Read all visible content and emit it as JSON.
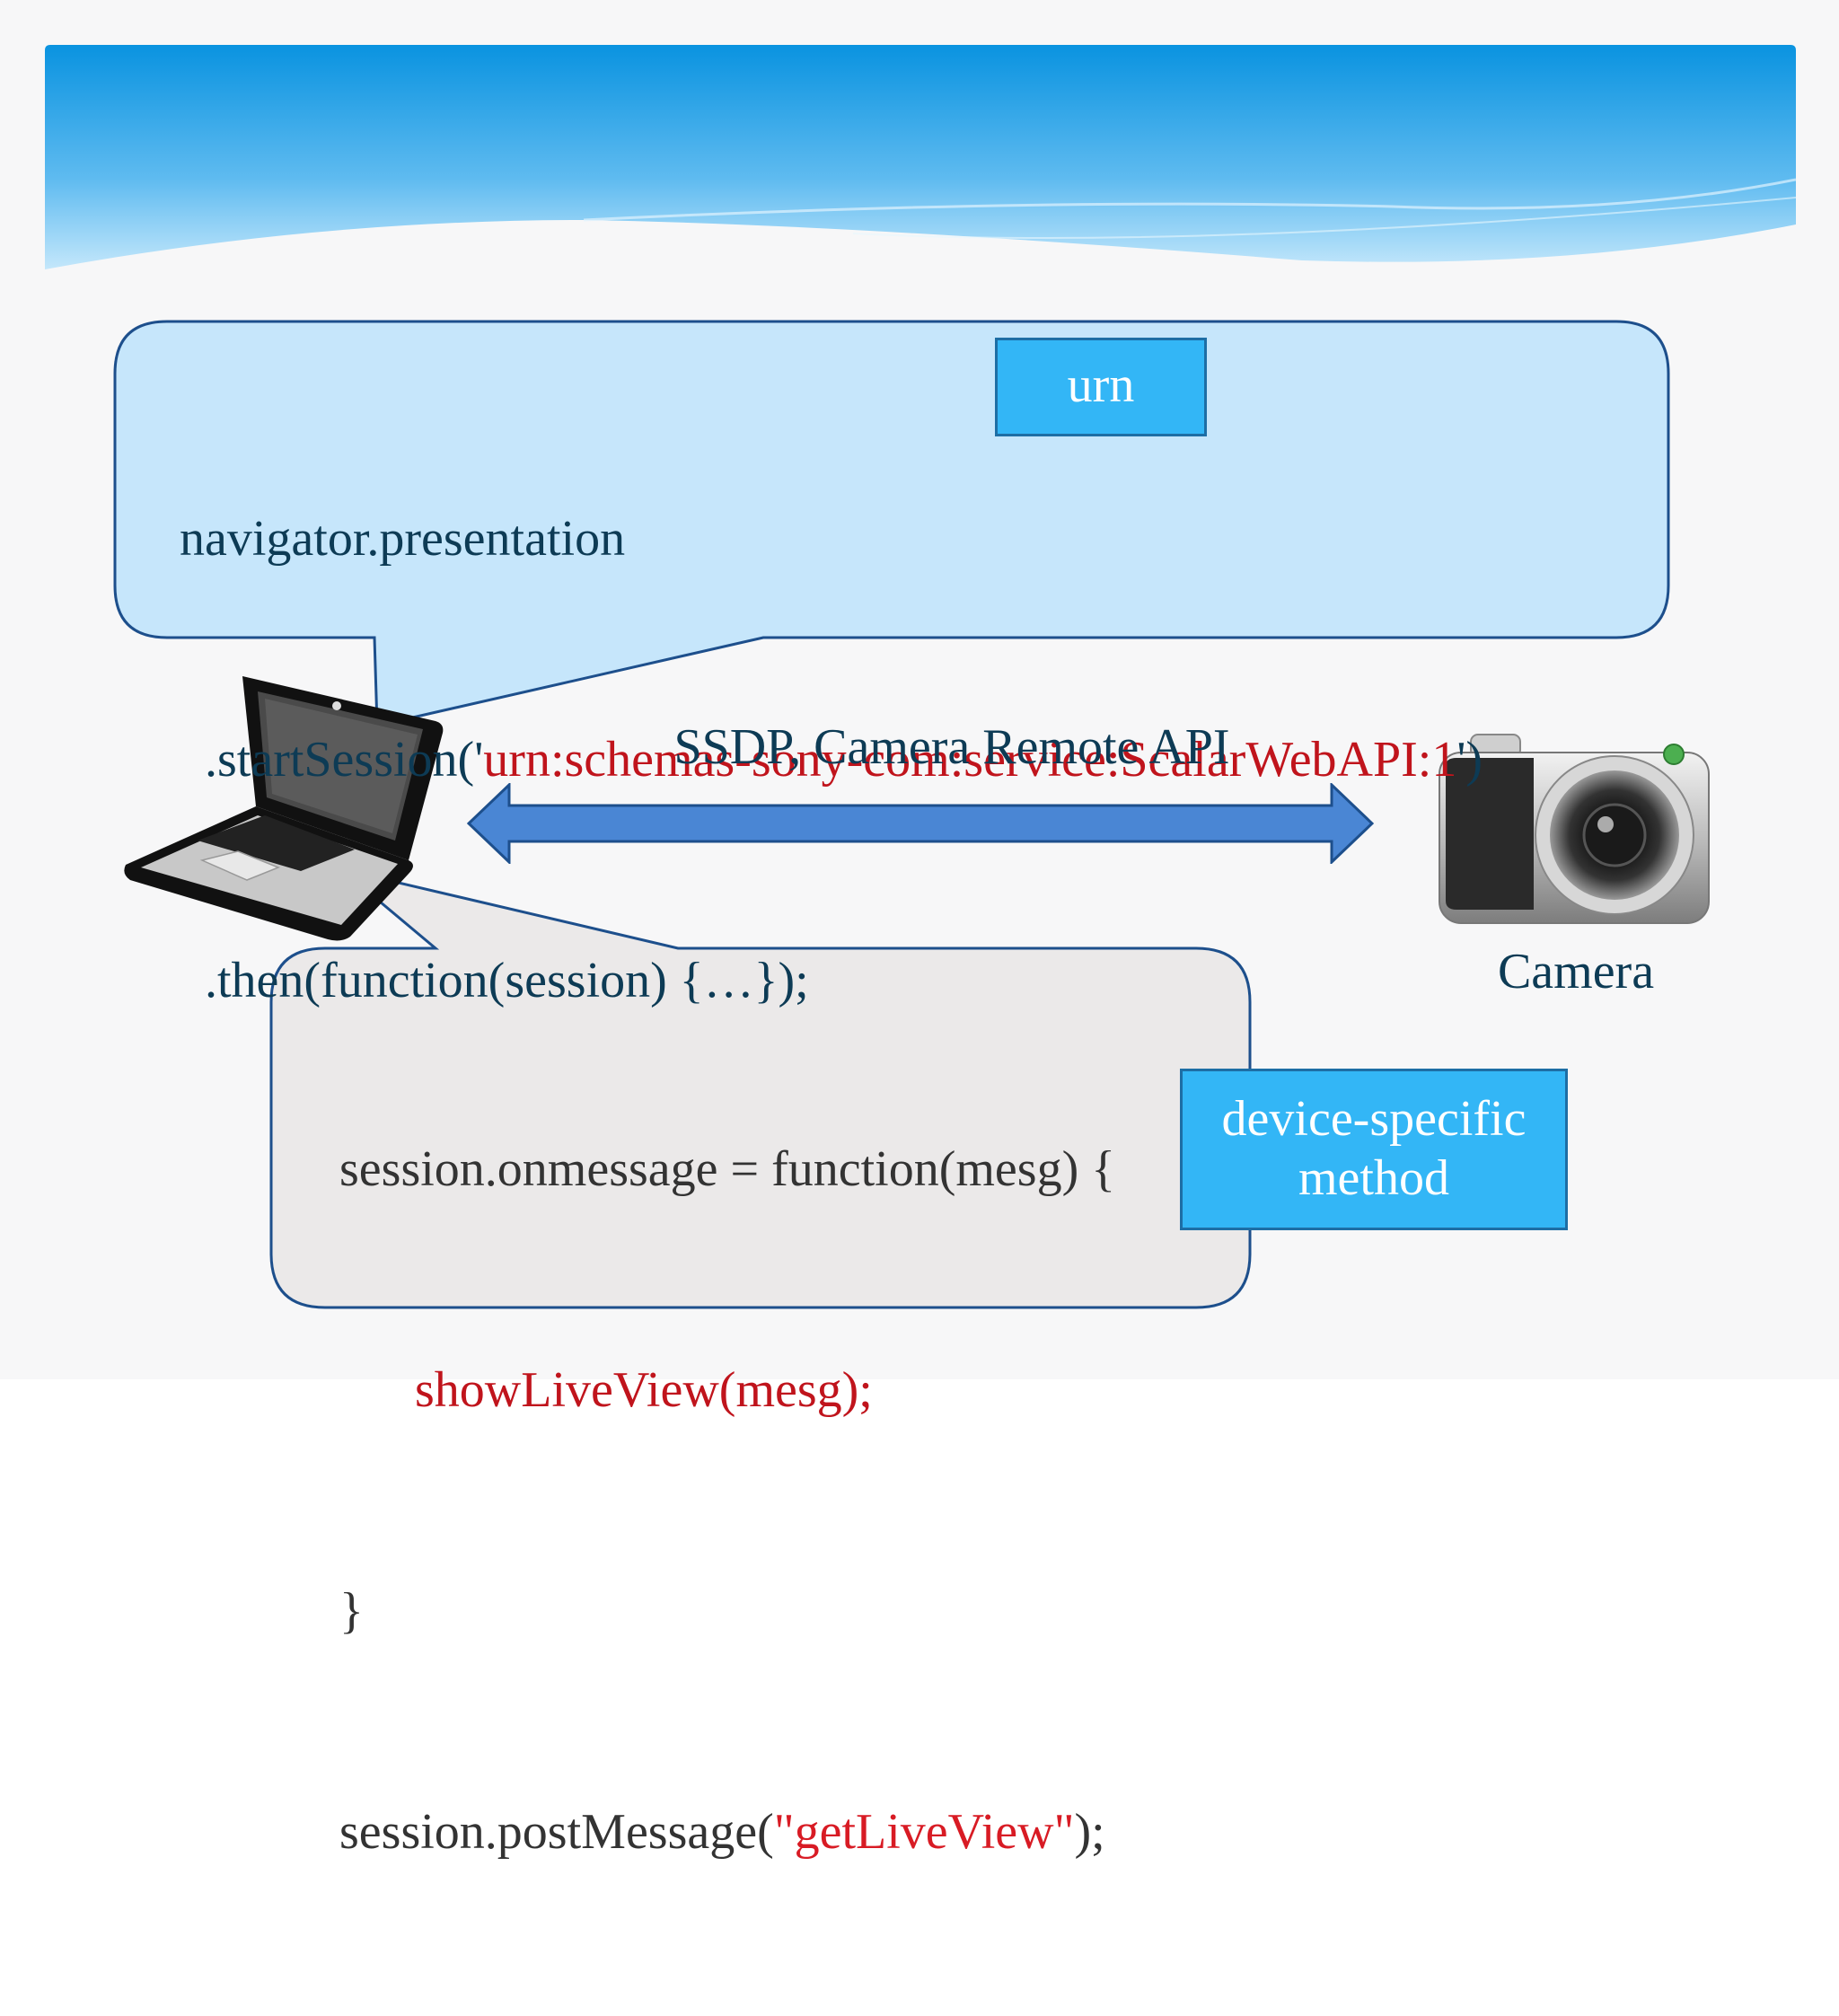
{
  "top_callout": {
    "line1": "navigator.presentation",
    "line2_prefix": "  .startSession('",
    "line2_urn": "urn:schemas-sony-com:service:ScalarWebAPI:1",
    "line2_suffix": "')",
    "line3": "  .then(function(session) {…});"
  },
  "urn_tag": "urn",
  "arrow_label": "SSDP, Camera Remote API",
  "camera_label": "Camera",
  "bottom_callout": {
    "line1": "session.onmessage = function(mesg) {",
    "line2": "      showLiveView(mesg);",
    "line3": "}",
    "line4_prefix": "session.postMessage(",
    "line4_string": "\"getLiveView\"",
    "line4_suffix": ");"
  },
  "device_tag": {
    "line1": "device-specific",
    "line2": "method"
  },
  "colors": {
    "header_top": "#0a93e0",
    "header_bottom": "#bfe4fb",
    "top_callout_fill": "#c6e6fb",
    "bottom_callout_fill": "#ebe9e9",
    "callout_border": "#1d4f8c",
    "tag_fill": "#33b6f6",
    "arrow_fill": "#4a86d4",
    "code_text": "#0d3b55",
    "highlight_red": "#c0141c"
  },
  "icons": {
    "laptop": "laptop-icon",
    "camera": "camera-icon"
  }
}
